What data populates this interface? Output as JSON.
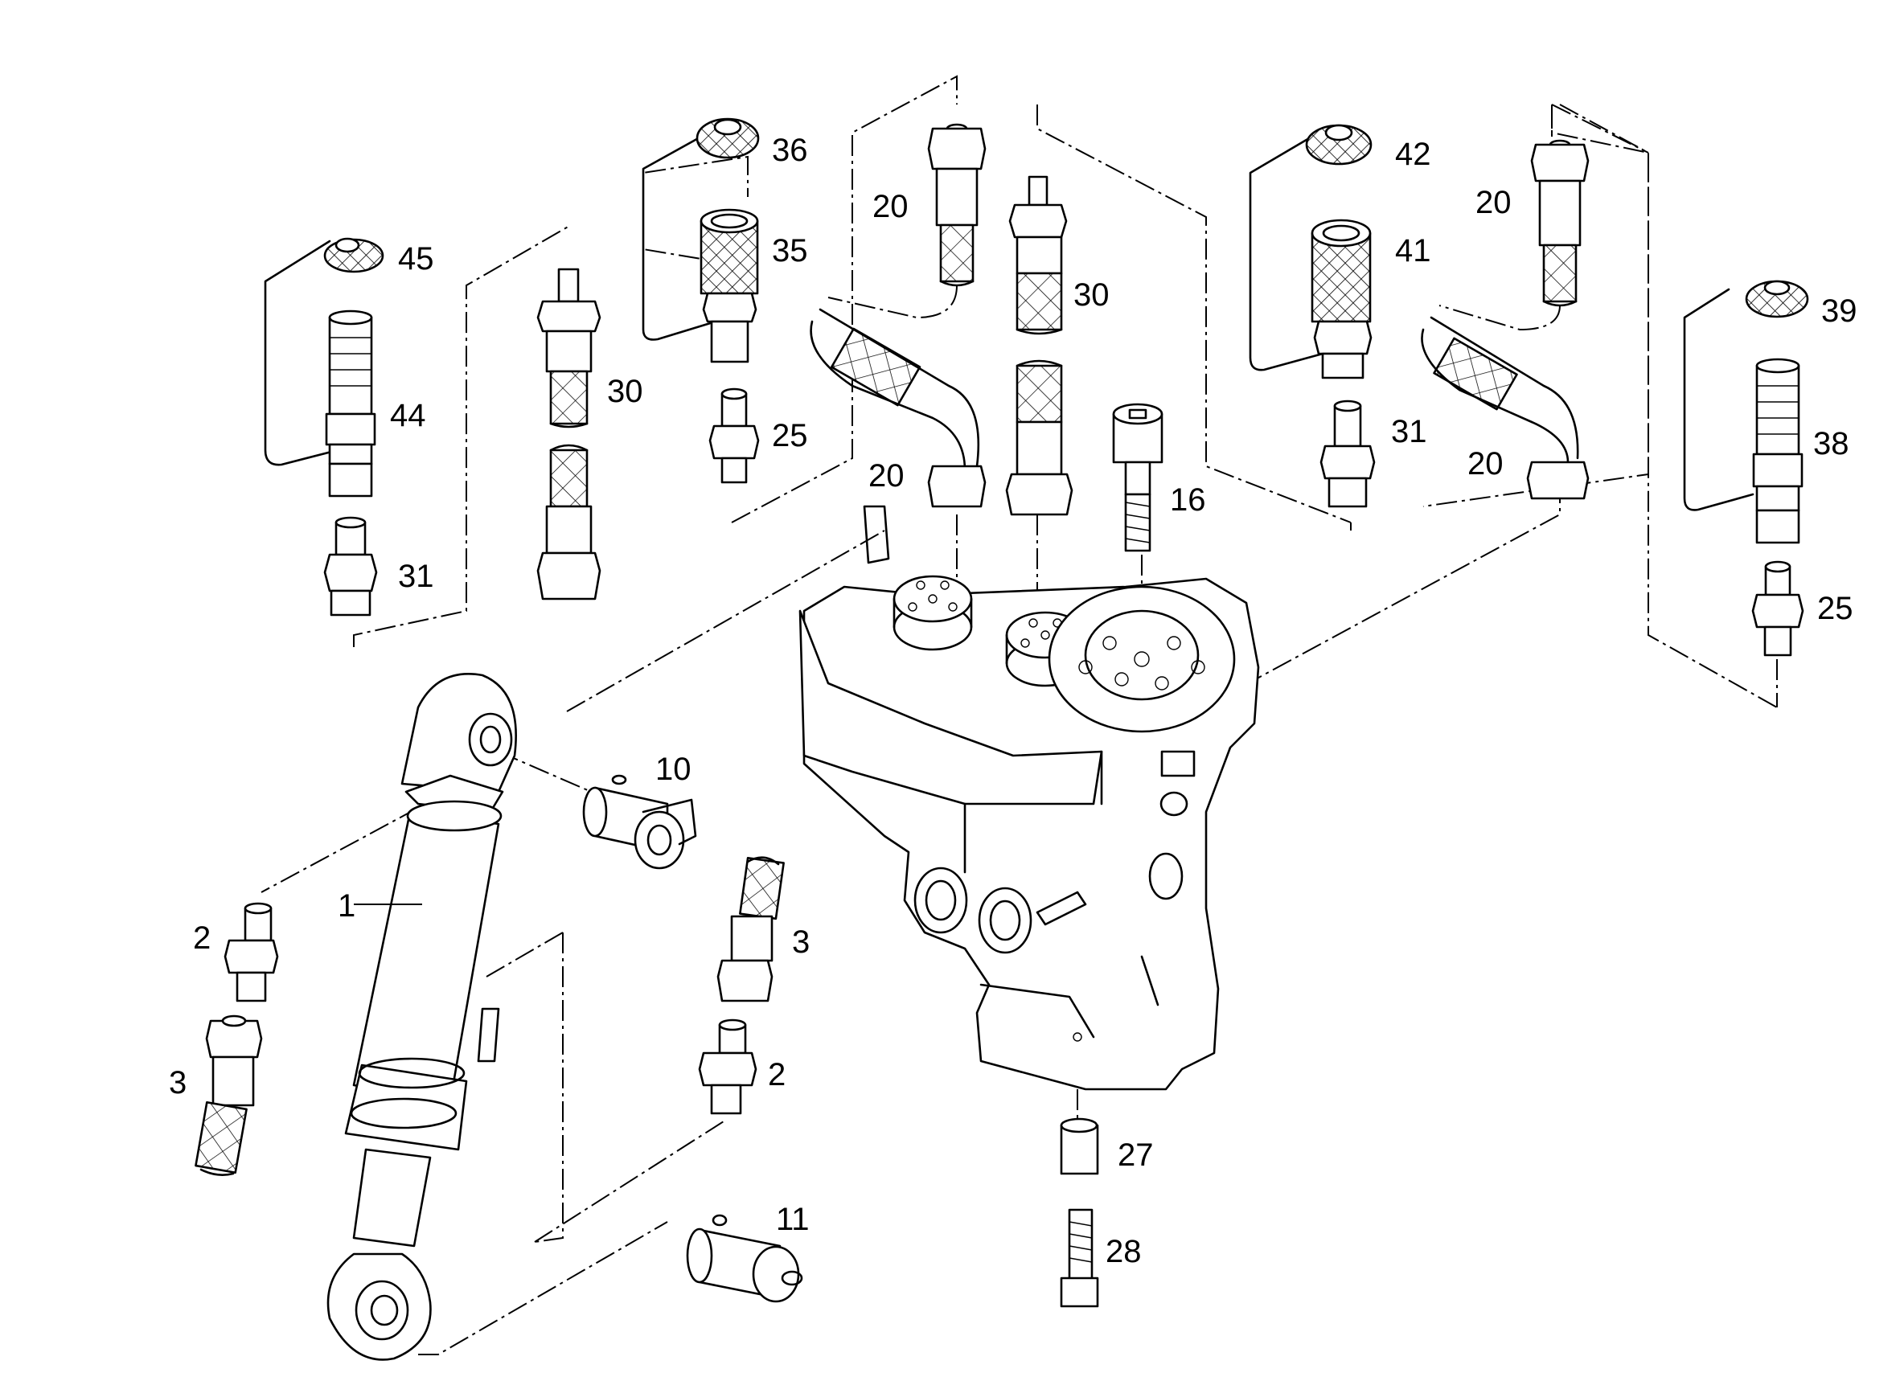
{
  "callouts": [
    {
      "id": "c-36",
      "text": "36"
    },
    {
      "id": "c-20a",
      "text": "20"
    },
    {
      "id": "c-35",
      "text": "35"
    },
    {
      "id": "c-30a",
      "text": "30"
    },
    {
      "id": "c-45",
      "text": "45"
    },
    {
      "id": "c-30b",
      "text": "30"
    },
    {
      "id": "c-44",
      "text": "44"
    },
    {
      "id": "c-25a",
      "text": "25"
    },
    {
      "id": "c-20b",
      "text": "20"
    },
    {
      "id": "c-31a",
      "text": "31"
    },
    {
      "id": "c-16",
      "text": "16"
    },
    {
      "id": "c-42",
      "text": "42"
    },
    {
      "id": "c-20c",
      "text": "20"
    },
    {
      "id": "c-41",
      "text": "41"
    },
    {
      "id": "c-39",
      "text": "39"
    },
    {
      "id": "c-31b",
      "text": "31"
    },
    {
      "id": "c-20d",
      "text": "20"
    },
    {
      "id": "c-38",
      "text": "38"
    },
    {
      "id": "c-25b",
      "text": "25"
    },
    {
      "id": "c-10",
      "text": "10"
    },
    {
      "id": "c-1",
      "text": "1"
    },
    {
      "id": "c-3a",
      "text": "3"
    },
    {
      "id": "c-2a",
      "text": "2"
    },
    {
      "id": "c-3b",
      "text": "3"
    },
    {
      "id": "c-2b",
      "text": "2"
    },
    {
      "id": "c-27",
      "text": "27"
    },
    {
      "id": "c-11",
      "text": "11"
    },
    {
      "id": "c-28",
      "text": "28"
    }
  ]
}
